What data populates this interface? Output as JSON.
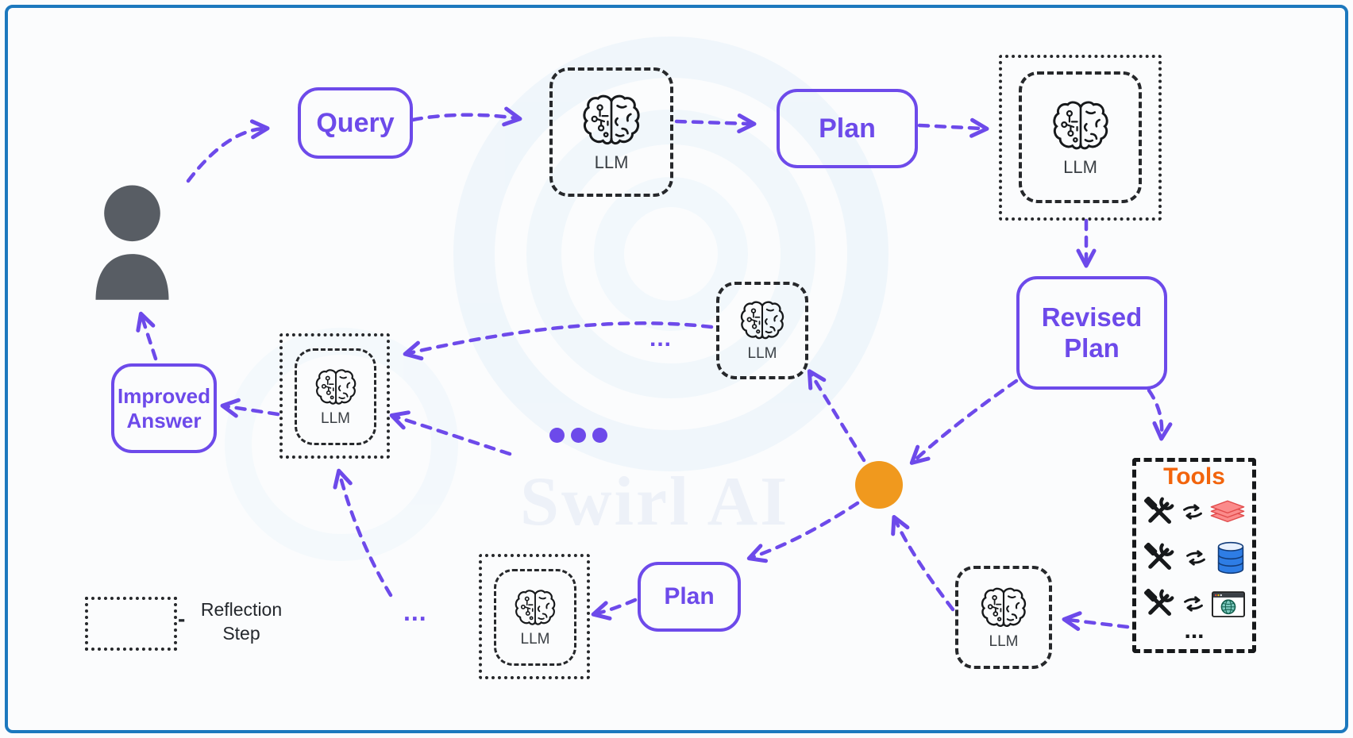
{
  "labels": {
    "query": "Query",
    "plan_top": "Plan",
    "plan_bottom": "Plan",
    "revised_plan": [
      "Revised",
      "Plan"
    ],
    "improved_answer": [
      "Improved",
      "Answer"
    ],
    "llm": "LLM",
    "tools_title": "Tools",
    "ellipsis": "..."
  },
  "legend": {
    "dash": "-",
    "line1": "Reflection",
    "line2": "Step"
  },
  "watermark": "Swirl AI",
  "icons": {
    "person": "user-icon",
    "brain": "llm-brain-icon",
    "hammer_wrench": "hammer-wrench-icon",
    "sync": "sync-arrows-icon",
    "layers": "layers-stack-icon",
    "database": "database-icon",
    "browser": "web-browser-icon",
    "junction": "junction-dot"
  },
  "colors": {
    "accent_purple": "#6D4AEA",
    "frame_blue": "#1C78BE",
    "node_orange": "#F0991E",
    "tools_orange": "#F2640C",
    "person_gray": "#585D64",
    "ink": "#26282B",
    "watermark": "#EDF1F8",
    "bg": "#FBFCFD"
  }
}
